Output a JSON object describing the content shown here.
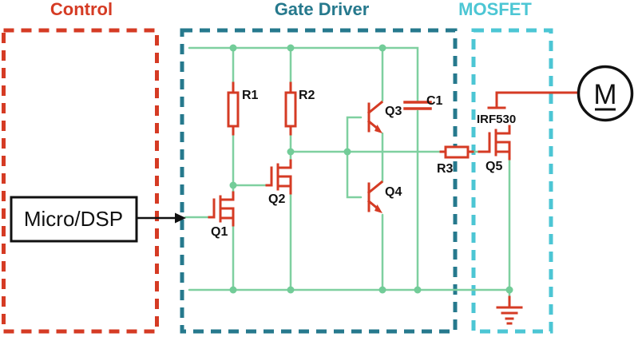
{
  "titles": {
    "control": "Control",
    "gate_driver": "Gate Driver",
    "mosfet": "MOSFET"
  },
  "control_block": {
    "label": "Micro/DSP"
  },
  "component_labels": {
    "r1": "R1",
    "r2": "R2",
    "r3": "R3",
    "c1": "C1",
    "q1": "Q1",
    "q2": "Q2",
    "q3": "Q3",
    "q4": "Q4",
    "q5": "Q5",
    "q5_part": "IRF530",
    "motor": "M"
  },
  "colors": {
    "control_red": "#d53b24",
    "gate_driver_teal": "#26798d",
    "mosfet_cyan": "#4cc6d4",
    "wire_green": "#7fd0a0",
    "junction_green": "#72cc98",
    "component_red": "#d53b24",
    "ink_black": "#111111",
    "background": "#ffffff"
  }
}
